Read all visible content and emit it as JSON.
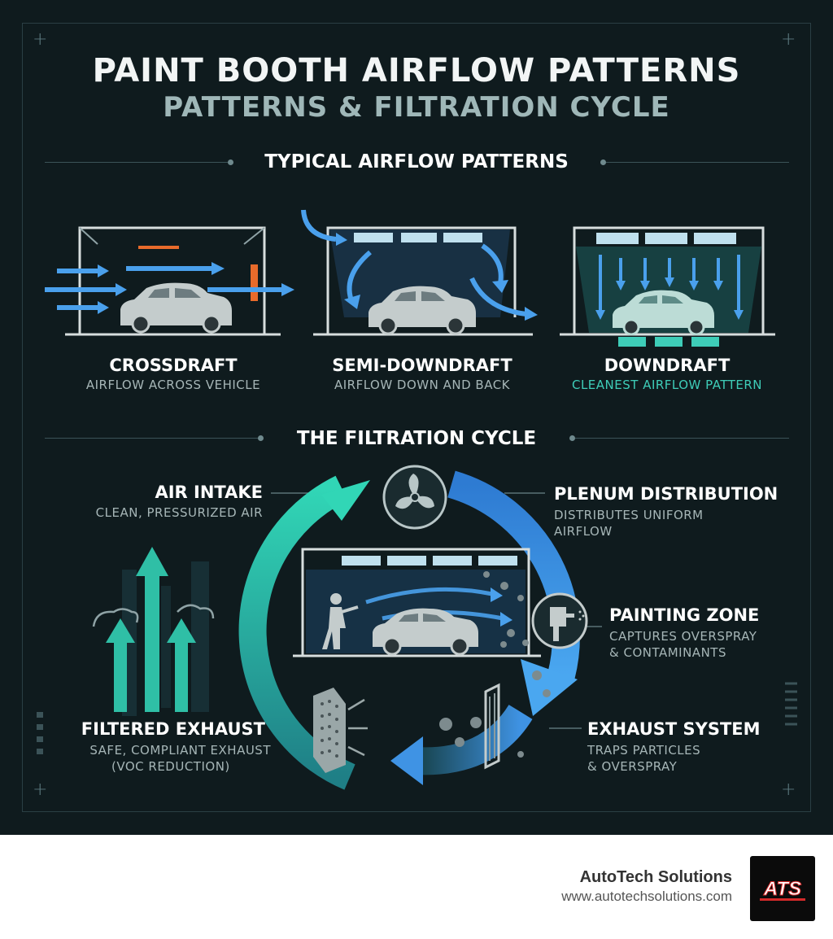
{
  "title": {
    "line1": "PAINT BOOTH AIRFLOW PATTERNS",
    "line2": "PATTERNS & FILTRATION CYCLE"
  },
  "sections": {
    "patterns": "TYPICAL AIRFLOW PATTERNS",
    "cycle": "THE FILTRATION CYCLE"
  },
  "patterns": [
    {
      "label": "CROSSDRAFT",
      "desc": "AIRFLOW ACROSS VEHICLE",
      "icon": "crossdraft-booth-icon"
    },
    {
      "label": "SEMI-DOWNDRAFT",
      "desc": "AIRFLOW DOWN AND BACK",
      "icon": "semi-downdraft-booth-icon"
    },
    {
      "label": "DOWNDRAFT",
      "desc": "CLEANEST AIRFLOW PATTERN",
      "icon": "downdraft-booth-icon"
    }
  ],
  "cycle": {
    "air_intake": {
      "title": "AIR INTAKE",
      "desc": "CLEAN, PRESSURIZED AIR",
      "icon": "intake-arrows-icon"
    },
    "plenum": {
      "title": "PLENUM DISTRIBUTION",
      "desc_1": "DISTRIBUTES UNIFORM",
      "desc_2": "AIRFLOW",
      "icon": "fan-icon"
    },
    "painting": {
      "title": "PAINTING ZONE",
      "desc_1": "CAPTURES OVERSPRAY",
      "desc_2": "& CONTAMINANTS",
      "icon": "spray-gun-icon"
    },
    "exhaust": {
      "title": "EXHAUST SYSTEM",
      "desc_1": "TRAPS PARTICLES",
      "desc_2": "& OVERSPRAY",
      "icon": "exhaust-filter-icon"
    },
    "filtered": {
      "title": "FILTERED EXHAUST",
      "desc_1": "SAFE, COMPLIANT EXHAUST",
      "desc_2": "(VOC REDUCTION)",
      "icon": "exhaust-filter-panel-icon"
    }
  },
  "colors": {
    "background": "#0f1b1e",
    "accent_blue": "#3f8fe0",
    "accent_teal": "#2fd0b8",
    "text_muted": "#a6b6b7"
  },
  "footer": {
    "company": "AutoTech Solutions",
    "url": "www.autotechsolutions.com",
    "logo_text": "ATS"
  }
}
